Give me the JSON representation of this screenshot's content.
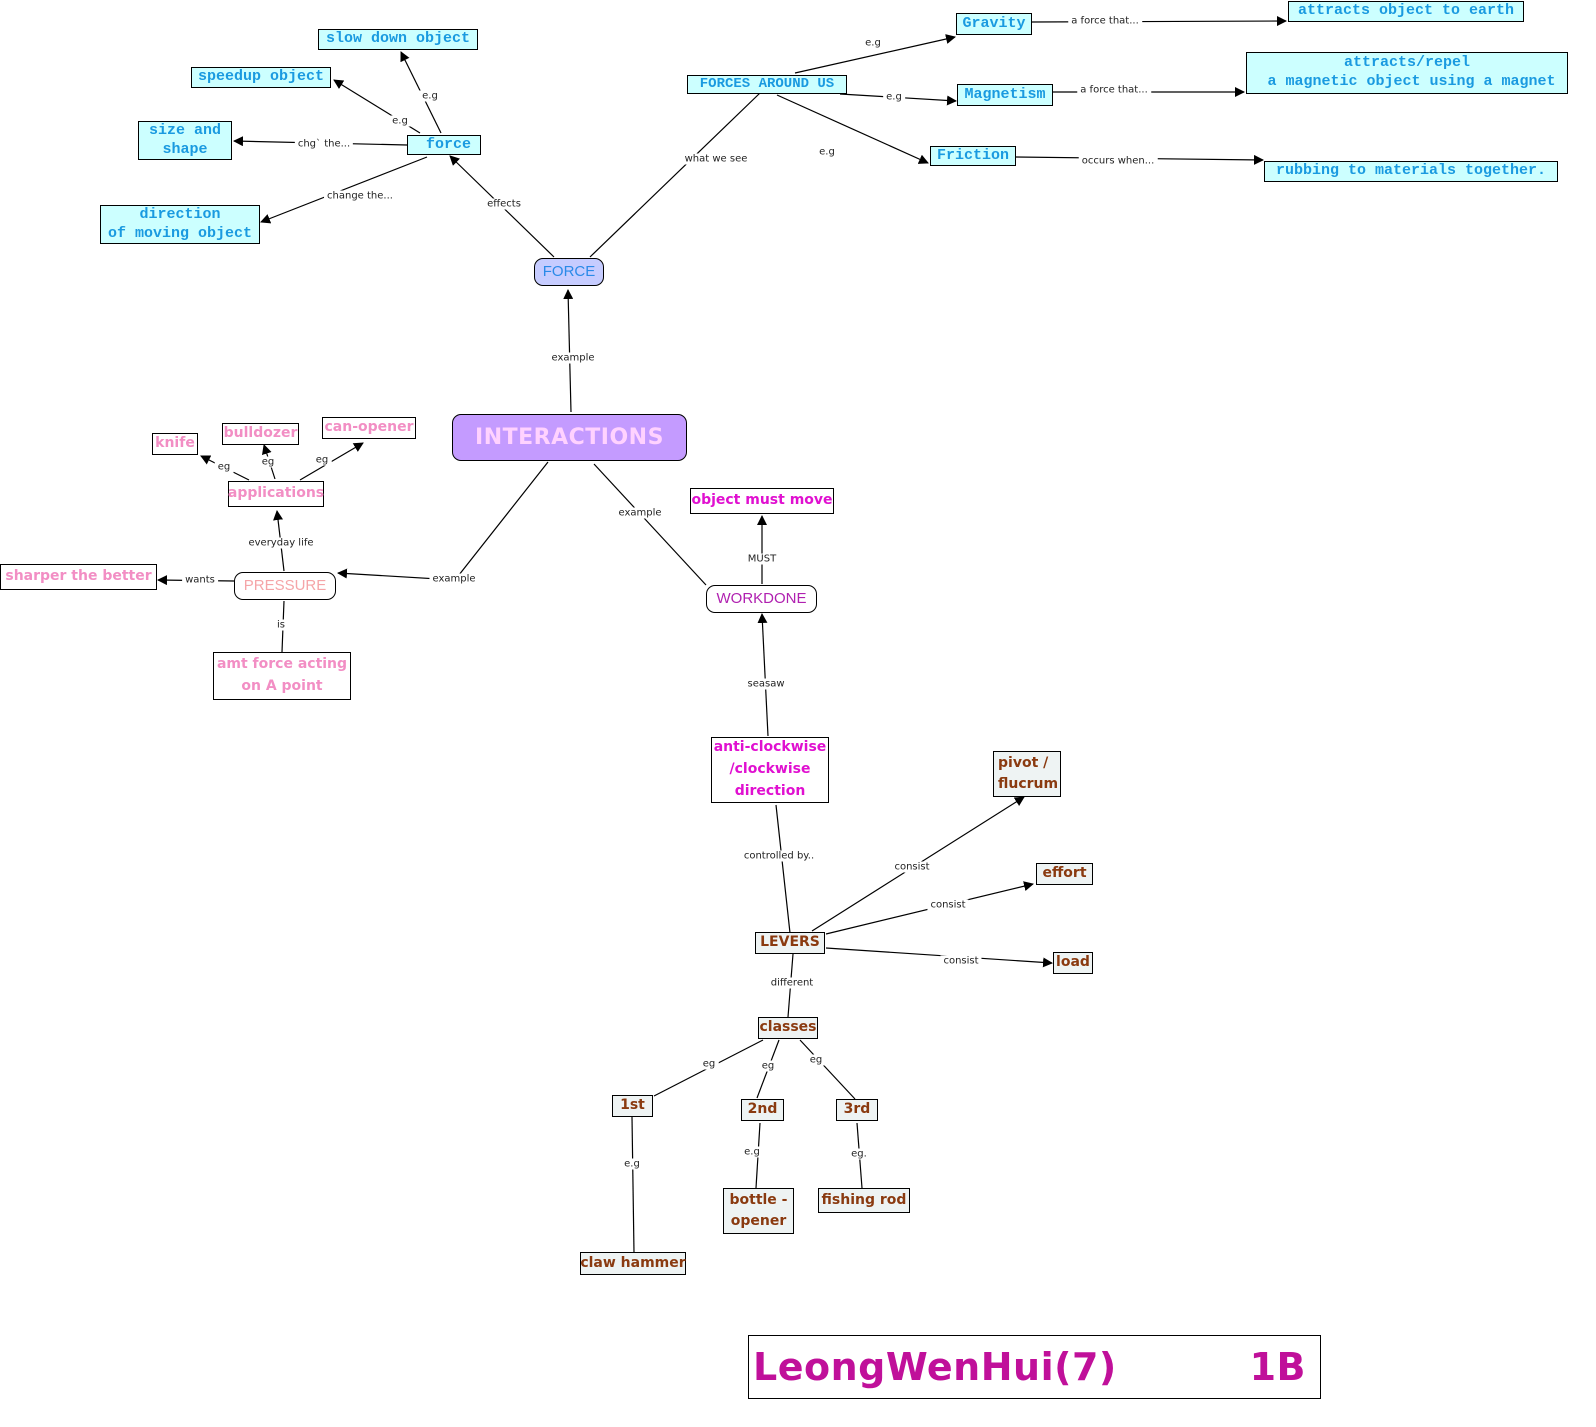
{
  "nodes": {
    "interactions": "INTERACTIONS",
    "force_main": "FORCE",
    "force_sub": "  force",
    "slow_down": "slow down object",
    "speedup": "speedup object",
    "size_shape": "size and\nshape",
    "direction": "direction\nof moving object",
    "forces_around": "FORCES AROUND US",
    "gravity": "Gravity",
    "magnetism": "Magnetism",
    "friction": "Friction",
    "attracts_earth": "attracts object to earth",
    "attracts_repel": "attracts/repel\n a magnetic object using a magnet",
    "rubbing": "rubbing to materials together.",
    "pressure": "PRESSURE",
    "applications": "applications",
    "knife": "knife",
    "bulldozer": "bulldozer",
    "can_opener": "can-opener",
    "sharper": "sharper the better",
    "amt_force": "amt force acting\non A point",
    "workdone": "WORKDONE",
    "object_move": "object must move",
    "anti_clockwise": "anti-clockwise\n/clockwise\ndirection",
    "levers": "LEVERS",
    "pivot": "pivot /\nflucrum",
    "effort": "effort",
    "load": "load",
    "classes": "classes",
    "first": "1st",
    "second": "2nd",
    "third": "3rd",
    "claw_hammer": "claw hammer",
    "bottle_opener": "bottle -\nopener",
    "fishing_rod": "fishing rod"
  },
  "edge_labels": {
    "inter_force": "example",
    "force_forcesub": "effects",
    "force_forcesaround": "what we see",
    "forcesub_slow": "e.g",
    "forcesub_speed": "e.g",
    "forcesub_size": "chg` the...",
    "forcesub_direction": "change the...",
    "around_gravity": "e.g",
    "around_magnet": "e.g",
    "around_friction": "e.g",
    "gravity_attracts": "a force that...",
    "magnet_attracts": "a force that...",
    "friction_rubbing": "occurs when...",
    "inter_pressure": "example",
    "pressure_apps": "everyday life",
    "apps_knife": "eg",
    "apps_bulldozer": "eg",
    "apps_canopener": "eg",
    "pressure_sharper": "wants",
    "pressure_amt": "is",
    "inter_workdone": "example",
    "workdone_move": "MUST",
    "anti_workdone": "seasaw",
    "anti_levers": "controlled by..",
    "levers_pivot": "consist",
    "levers_effort": "consist",
    "levers_load": "consist",
    "levers_classes": "different",
    "classes_first": "eg",
    "classes_second": "eg",
    "classes_third": "eg",
    "first_claw": "e.g",
    "second_bottle": "e.g",
    "third_fishing": "eg."
  },
  "signature": {
    "name": "LeongWenHui(7)",
    "class": "1B"
  },
  "colors": {
    "cyan_fill": "#ccffff",
    "cyan_text": "#1a9ae0",
    "pink_text": "#f28ec4",
    "magenta_text": "#e010d0",
    "brown_text": "#8a3a10",
    "interactions_fill": "#c49bff",
    "force_fill": "#c6ccff",
    "signature_text": "#c0109a"
  }
}
